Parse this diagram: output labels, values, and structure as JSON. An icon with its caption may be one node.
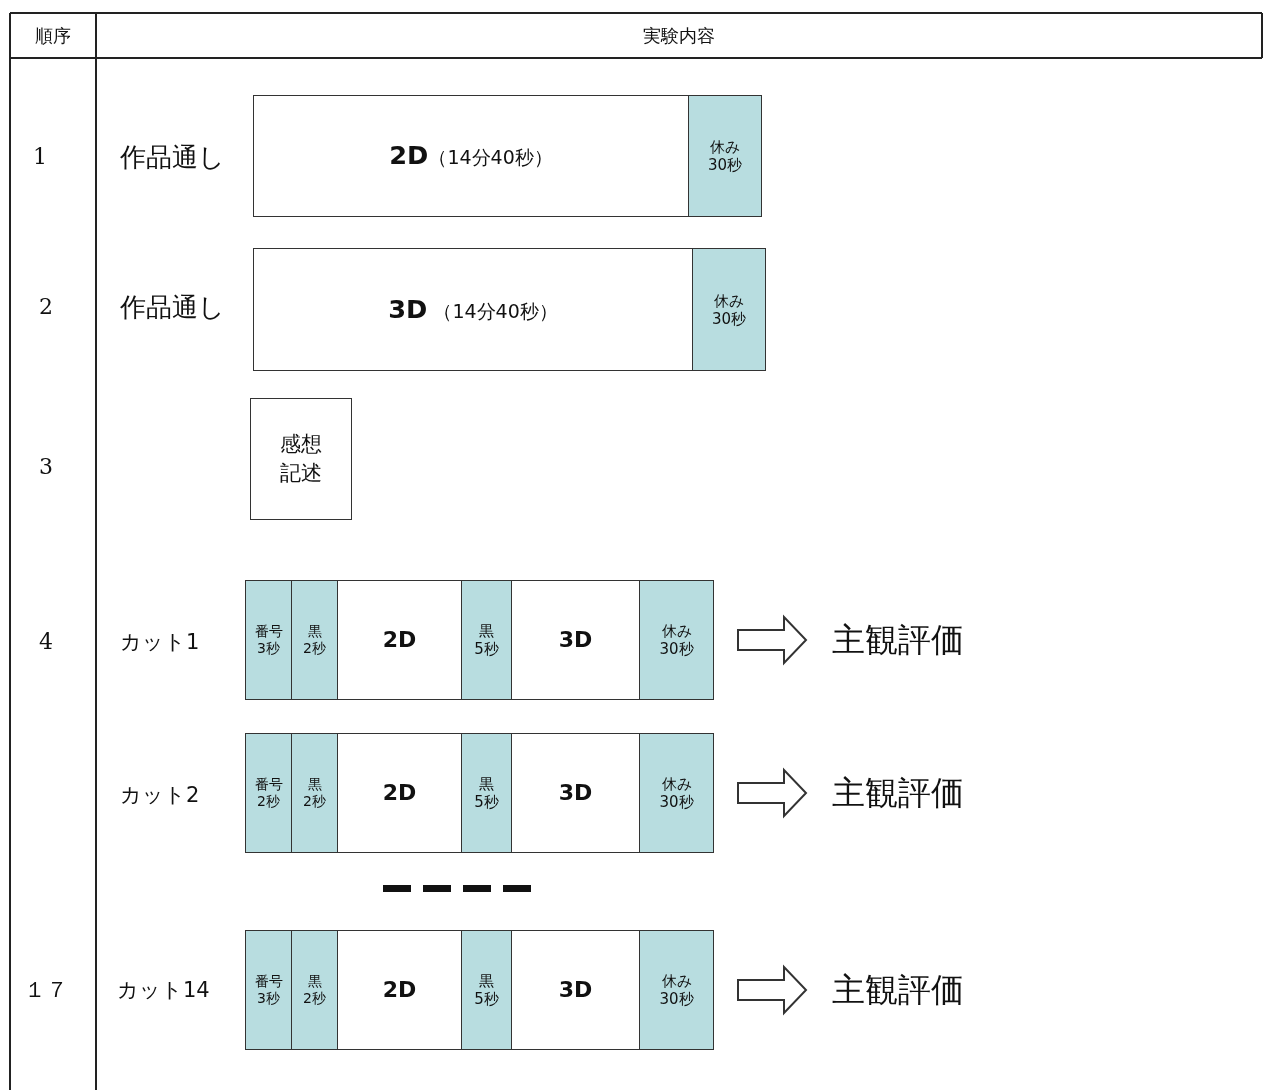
{
  "diagram": {
    "nodes": [
      {
        "text": [
          "**2D**（14分40秒）"
        ]
      },
      {
        "text": [
          "休み30秒"
        ]
      },
      {
        "text": [
          "**3D** （14分40秒）"
        ]
      },
      {
        "text": [
          "休み30秒"
        ]
      },
      {
        "text": [
          "感想記述"
        ]
      },
      {
        "text": [
          "番号3秒"
        ]
      },
      {
        "text": [
          "黒2秒"
        ]
      },
      {
        "text": [
          "2D"
        ]
      },
      {
        "text": [
          "黒5秒"
        ]
      },
      {
        "text": [
          "3D"
        ]
      },
      {
        "text": [
          "休み30秒"
        ]
      },
      {
        "text": [
          "主観評価"
        ]
      },
      {
        "text": [
          "番号2秒"
        ]
      },
      {
        "text": [
          "黒2秒"
        ]
      },
      {
        "text": [
          "2D"
        ]
      },
      {
        "text": [
          "黒5秒"
        ]
      },
      {
        "text": [
          "3D"
        ]
      },
      {
        "text": [
          "休み30秒"
        ]
      },
      {
        "text": [
          "主観評価"
        ]
      },
      {
        "text": [
          "番号3秒"
        ]
      },
      {
        "text": [
          "黒2秒"
        ]
      },
      {
        "text": [
          "2D"
        ]
      },
      {
        "text": [
          "黒5秒"
        ]
      },
      {
        "text": [
          "3D"
        ]
      },
      {
        "text": [
          "休み30秒"
        ]
      },
      {
        "text": [
          "主観評価"
        ]
      }
    ],
    "edges": [
      {
        "from": 10,
        "to": 11,
        "arrow": "to"
      },
      {
        "from": 17,
        "to": 18,
        "arrow": "to"
      },
      {
        "from": 24,
        "to": 25,
        "arrow": "to"
      }
    ],
    "labels": [
      "順序",
      "実験内容",
      "1",
      "2",
      "3",
      "4",
      "１７",
      "作品通し",
      "作品通し",
      "カット1",
      "カット2",
      "カット14"
    ]
  }
}
